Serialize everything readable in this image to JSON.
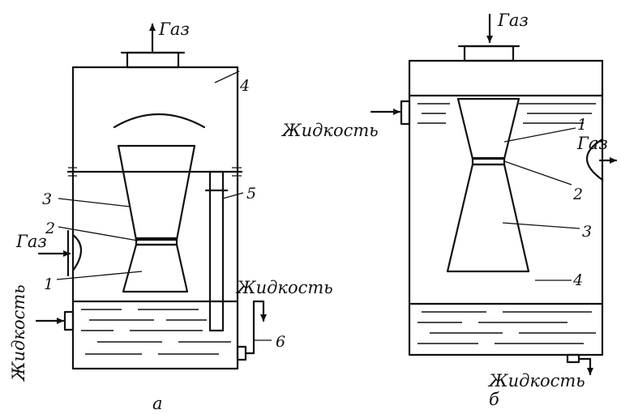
{
  "left": {
    "gas_out": "Газ",
    "gas_in": "Газ",
    "liquid_in": "Жидкость",
    "liquid_out": "Жидкость",
    "numbers": [
      "1",
      "2",
      "3",
      "4",
      "5",
      "6"
    ],
    "caption": "а"
  },
  "right": {
    "gas_in": "Газ",
    "gas_out": "Газ",
    "liquid_in": "Жидкость",
    "liquid_out": "Жидкость",
    "numbers": [
      "1",
      "2",
      "3",
      "4"
    ],
    "caption": "б"
  }
}
